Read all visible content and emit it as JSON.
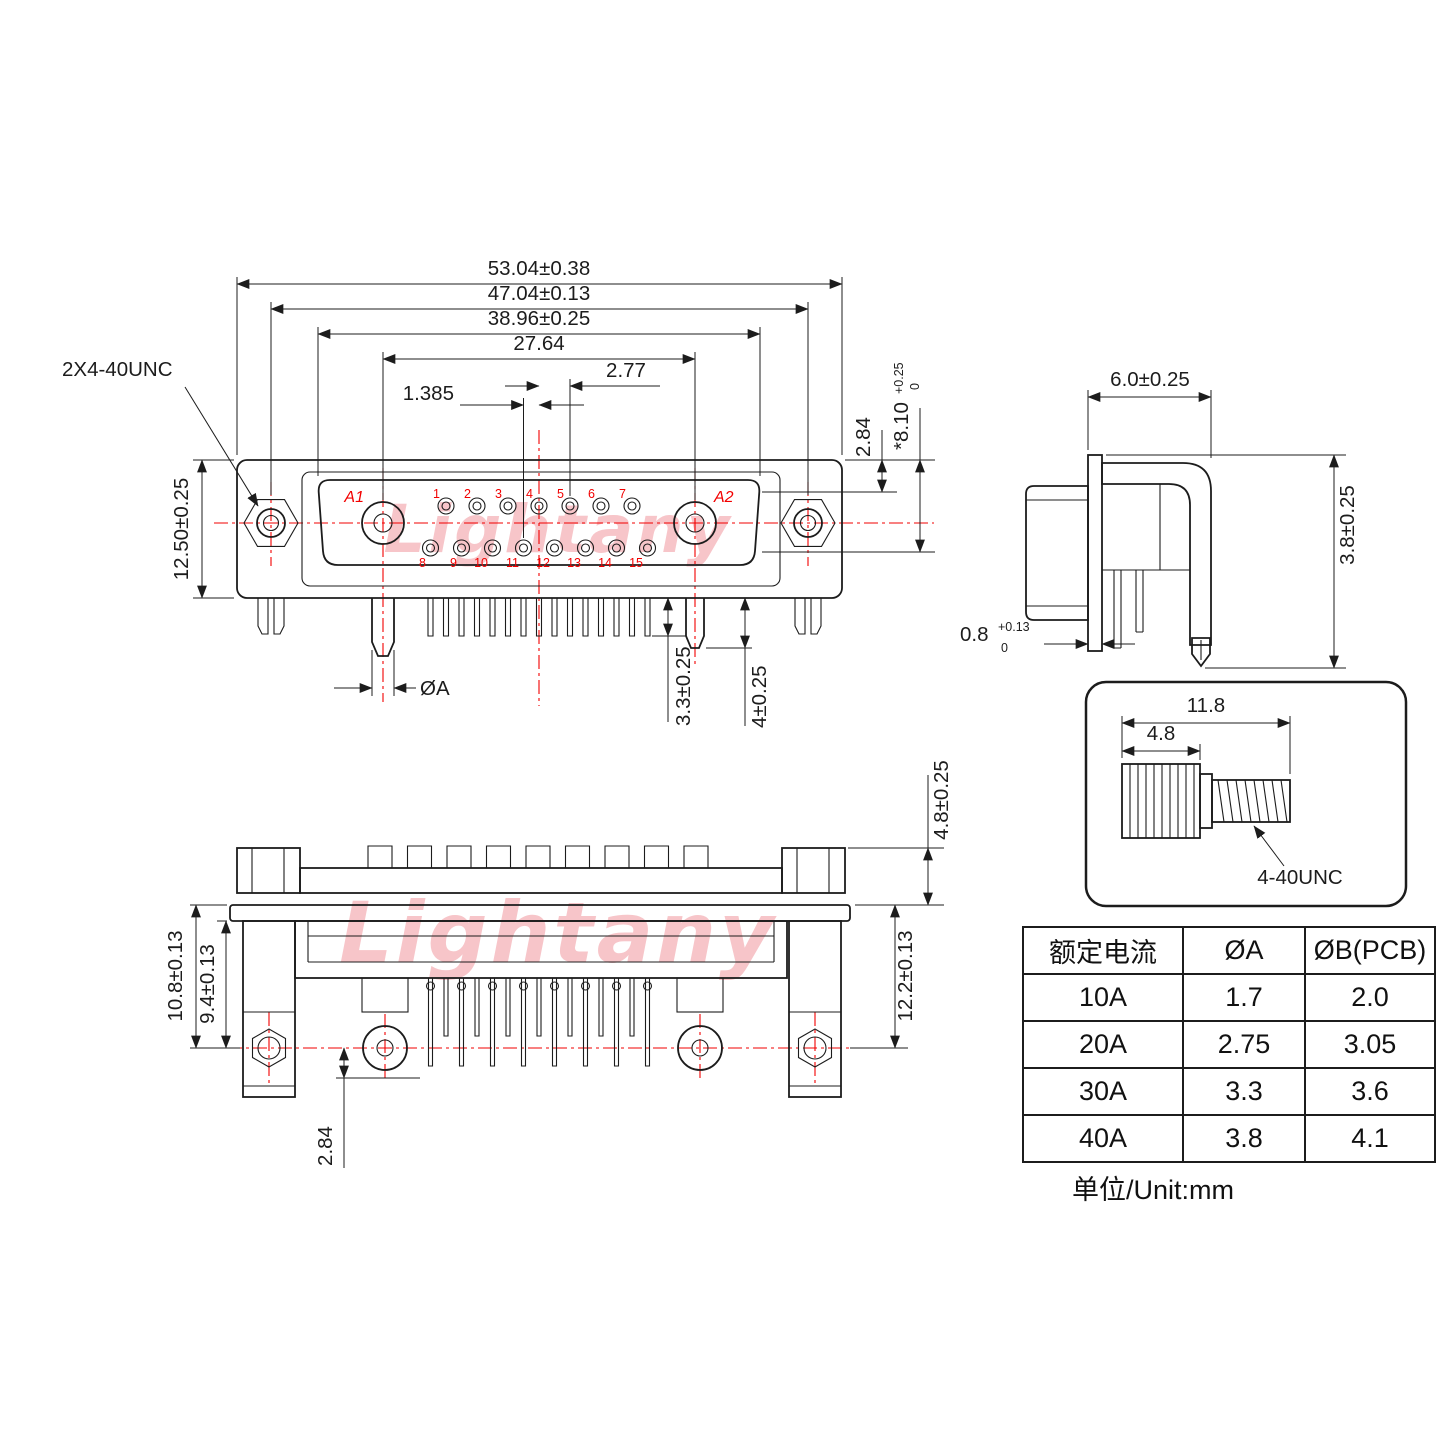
{
  "meta": {
    "watermark": "Lightany",
    "unit_note": "单位/Unit:mm"
  },
  "front_view": {
    "thread_callout": "2X4-40UNC",
    "dims": {
      "overall_width": "53.04±0.38",
      "mount_hole_spacing": "47.04±0.13",
      "shell_width": "38.96±0.25",
      "power_contact_spacing": "27.64",
      "pin_pitch": "2.77",
      "row_offset": "1.385",
      "flange_height": "12.50±0.25",
      "row_spacing": "2.84",
      "depth_ref": "*8.10",
      "depth_tol_plus": "+0.25",
      "depth_tol_minus": "0",
      "pin_dia": "ØA",
      "tail_len_small": "3.3±0.25",
      "tail_len_power": "4±0.25"
    },
    "labels": {
      "a1": "A1",
      "a2": "A2"
    },
    "pin_numbers_top": [
      "1",
      "2",
      "3",
      "4",
      "5",
      "6",
      "7"
    ],
    "pin_numbers_bottom": [
      "8",
      "9",
      "10",
      "11",
      "12",
      "13",
      "14",
      "15"
    ]
  },
  "side_view": {
    "dims": {
      "body_depth": "6.0±0.25",
      "bracket_offset": "3.8±0.25",
      "flange_thickness": "0.8",
      "flange_tol_plus": "+0.13",
      "flange_tol_minus": "0"
    }
  },
  "bottom_view": {
    "dims": {
      "hole_offset_outer": "10.8±0.13",
      "hole_offset_inner": "9.4±0.13",
      "shell_height": "4.8±0.25",
      "lock_offset": "12.2±0.13",
      "row_spacing": "2.84"
    }
  },
  "screw_detail": {
    "dims": {
      "total_length": "11.8",
      "head_length": "4.8"
    },
    "thread_label": "4-40UNC"
  },
  "spec_table": {
    "headers": [
      "额定电流",
      "ØA",
      "ØB(PCB)"
    ],
    "rows": [
      [
        "10A",
        "1.7",
        "2.0"
      ],
      [
        "20A",
        "2.75",
        "3.05"
      ],
      [
        "30A",
        "3.3",
        "3.6"
      ],
      [
        "40A",
        "3.8",
        "4.1"
      ]
    ]
  }
}
